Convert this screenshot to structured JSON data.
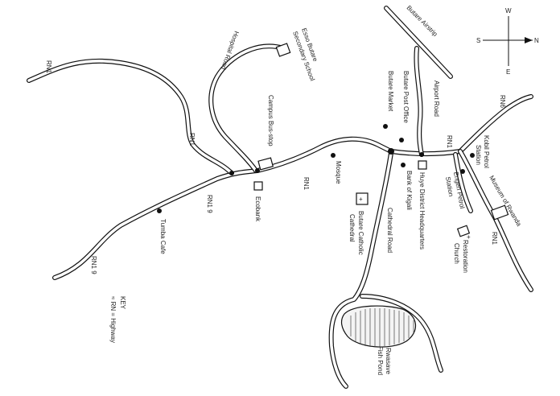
{
  "compass": {
    "north": "N",
    "south": "S",
    "east": "E",
    "west": "W"
  },
  "key": {
    "title": "KEY",
    "entry": "≈ RN = Highway"
  },
  "roads": {
    "rn1_west": "RN1",
    "rn1_mid": "RN1",
    "rn1_center": "RN1",
    "rn1_east": "RN1",
    "rn6": "RN6",
    "rn1_south": "RN1",
    "rn19_a": "RN1 9",
    "rn19_b": "RN1 9",
    "hospital_road": "Hospital Road",
    "airport_road": "Airport Road",
    "cathedral_road": "Cathedral Road",
    "airstrip": "Butare Airstrip"
  },
  "places": {
    "esso_line1": "Esso Butare",
    "esso_line2": "Secondary School",
    "campus_bus": "Campus Bus-stop",
    "ecobank": "Ecobank",
    "tumba": "Tumba Cafe",
    "mosque": "Mosque",
    "butare_market": "Butare Market",
    "post_office": "Butare Post Office",
    "bank_kigali": "Bank of Kigali",
    "huye": "Huye District Headquarters",
    "cathedral_line1": "Butare Catholic",
    "cathedral_line2": "Cathedral",
    "engen_line1": "Engen Petrol",
    "engen_line2": "Station",
    "kobil_line1": "Kobil Petrol",
    "kobil_line2": "Station",
    "museum": "Museum of Rwanda",
    "restoration_line1": "Restoration",
    "restoration_line2": "Church",
    "church_plus": "+",
    "cathedral_plus": "+",
    "fishpond_line1": "Rwasave",
    "fishpond_line2": "Fish Pond"
  }
}
